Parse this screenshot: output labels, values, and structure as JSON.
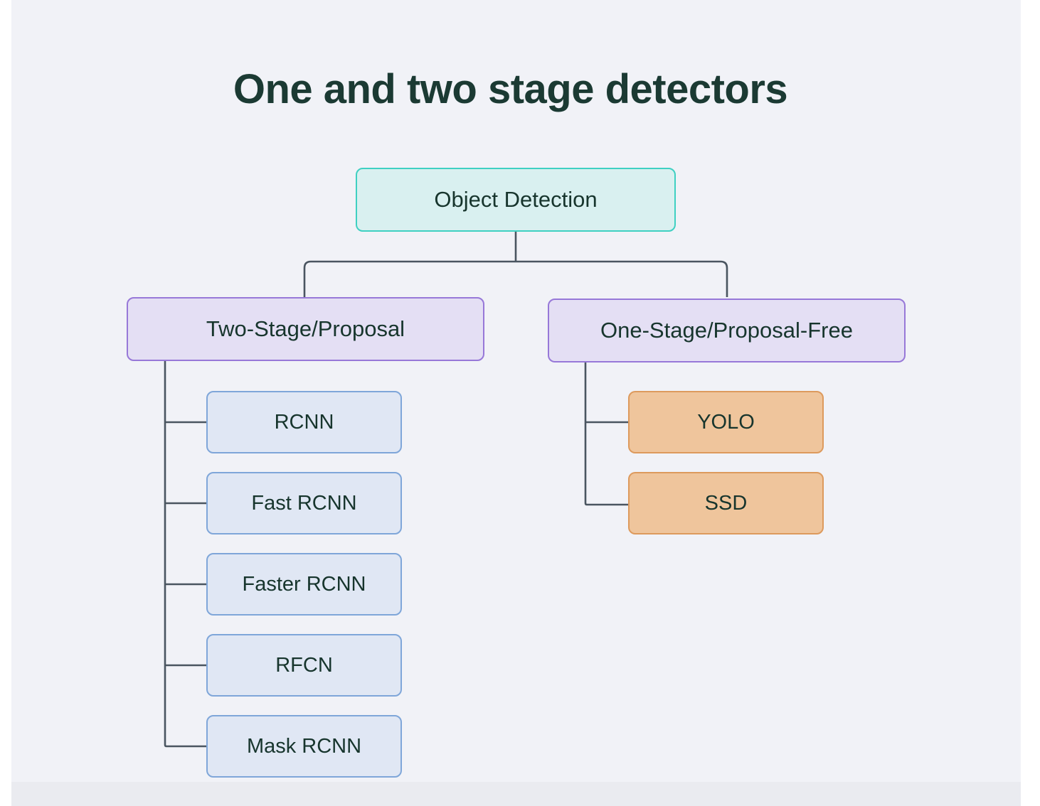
{
  "page": {
    "title": "One and two stage detectors",
    "background_color": "#f1f2f7",
    "title_color": "#1b3a33"
  },
  "diagram": {
    "type": "tree",
    "root": {
      "id": "object-detection",
      "label": "Object Detection",
      "fill": "#d9f0f0",
      "border": "#3fd0c2"
    },
    "branches": [
      {
        "id": "two-stage",
        "label": "Two-Stage/Proposal",
        "fill": "#e4dff4",
        "border": "#9778d8",
        "children": [
          {
            "id": "rcnn",
            "label": "RCNN",
            "fill": "#e0e7f4",
            "border": "#7fa6d9"
          },
          {
            "id": "fast-rcnn",
            "label": "Fast RCNN",
            "fill": "#e0e7f4",
            "border": "#7fa6d9"
          },
          {
            "id": "faster-rcnn",
            "label": "Faster RCNN",
            "fill": "#e0e7f4",
            "border": "#7fa6d9"
          },
          {
            "id": "rfcn",
            "label": "RFCN",
            "fill": "#e0e7f4",
            "border": "#7fa6d9"
          },
          {
            "id": "mask-rcnn",
            "label": "Mask RCNN",
            "fill": "#e0e7f4",
            "border": "#7fa6d9"
          }
        ]
      },
      {
        "id": "one-stage",
        "label": "One-Stage/Proposal-Free",
        "fill": "#e4dff4",
        "border": "#9778d8",
        "children": [
          {
            "id": "yolo",
            "label": "YOLO",
            "fill": "#efc59c",
            "border": "#dd9a5d"
          },
          {
            "id": "ssd",
            "label": "SSD",
            "fill": "#efc59c",
            "border": "#dd9a5d"
          }
        ]
      }
    ],
    "connector_color": "#4a5560"
  }
}
